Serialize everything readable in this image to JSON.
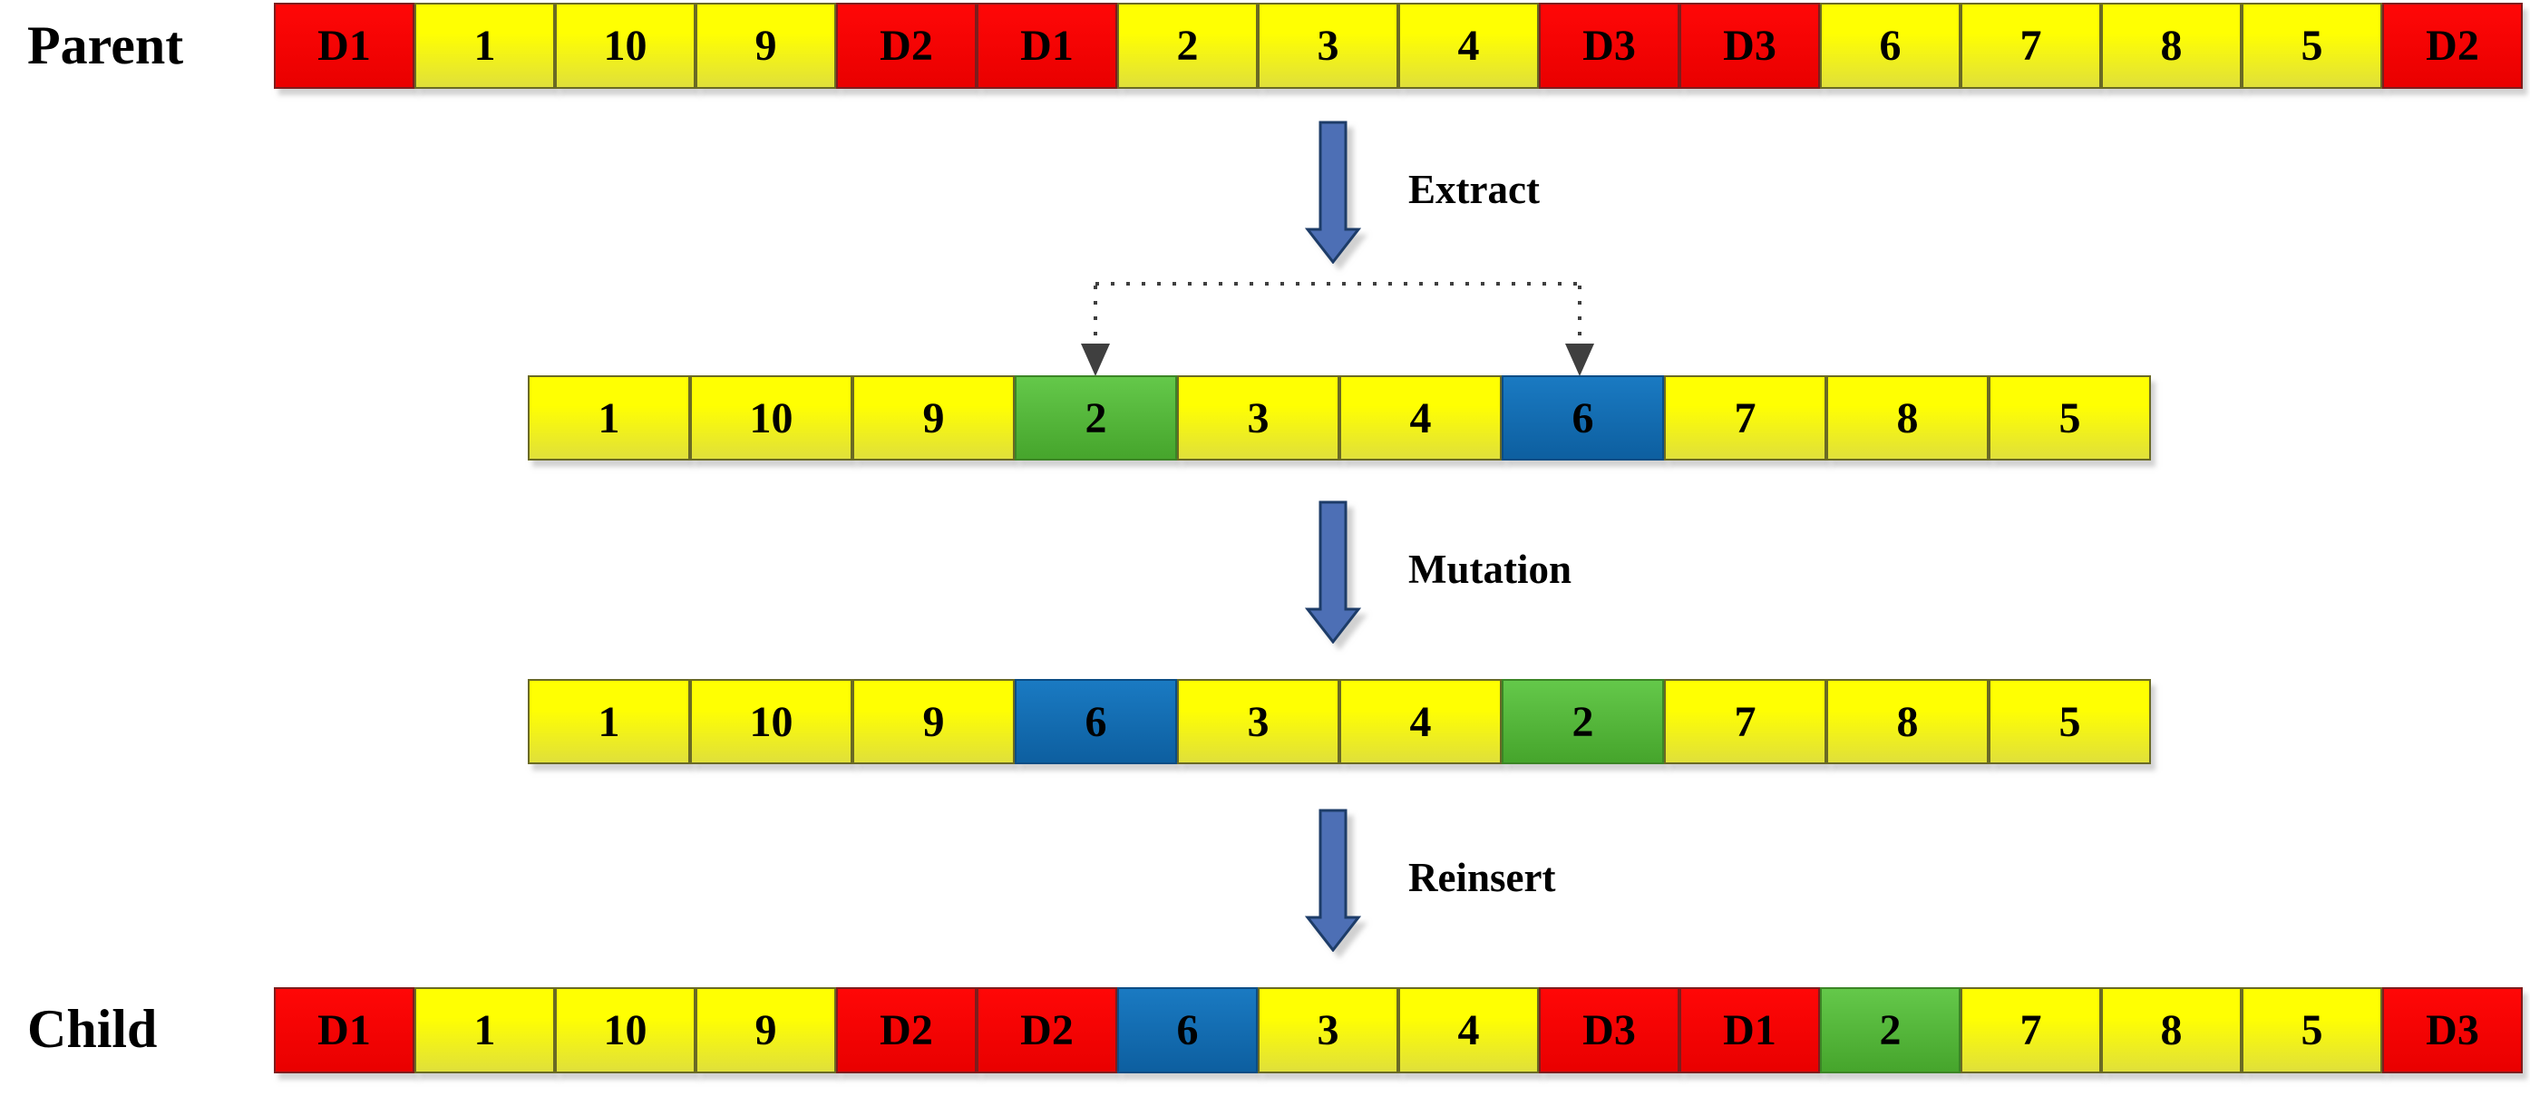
{
  "figure_title": "Genetic algorithm extract-mutation-reinsert diagram",
  "colors": {
    "background": "#ffffff",
    "text": "#000000",
    "gene_yellow": "#ffff02",
    "gene_yellow_dark": "#e0e03a",
    "gene_border": "#6a6a24",
    "depot_red": "#ff0707",
    "depot_red_dark": "#e90000",
    "depot_border": "#7e1d1d",
    "highlight_green": "#64c84a",
    "highlight_green_dark": "#46a52c",
    "green_border": "#3c8526",
    "highlight_blue": "#1a7ac2",
    "highlight_blue_dark": "#0d5fa0",
    "blue_border": "#0b4d85",
    "arrow_fill": "#4d6fb5",
    "arrow_border": "#1d3c68",
    "connector": "#3f3f3f"
  },
  "steps": [
    {
      "label": "Extract"
    },
    {
      "label": "Mutation"
    },
    {
      "label": "Reinsert"
    }
  ],
  "rows": {
    "parent": {
      "label": "Parent",
      "cells": [
        {
          "value": "D1",
          "type": "depot"
        },
        {
          "value": "1",
          "type": "gene"
        },
        {
          "value": "10",
          "type": "gene"
        },
        {
          "value": "9",
          "type": "gene"
        },
        {
          "value": "D2",
          "type": "depot"
        },
        {
          "value": "D1",
          "type": "depot"
        },
        {
          "value": "2",
          "type": "gene"
        },
        {
          "value": "3",
          "type": "gene"
        },
        {
          "value": "4",
          "type": "gene"
        },
        {
          "value": "D3",
          "type": "depot"
        },
        {
          "value": "D3",
          "type": "depot"
        },
        {
          "value": "6",
          "type": "gene"
        },
        {
          "value": "7",
          "type": "gene"
        },
        {
          "value": "8",
          "type": "gene"
        },
        {
          "value": "5",
          "type": "gene"
        },
        {
          "value": "D2",
          "type": "depot"
        }
      ]
    },
    "extracted": {
      "label": "",
      "cells": [
        {
          "value": "1",
          "type": "gene"
        },
        {
          "value": "10",
          "type": "gene"
        },
        {
          "value": "9",
          "type": "gene"
        },
        {
          "value": "2",
          "type": "green"
        },
        {
          "value": "3",
          "type": "gene"
        },
        {
          "value": "4",
          "type": "gene"
        },
        {
          "value": "6",
          "type": "blue"
        },
        {
          "value": "7",
          "type": "gene"
        },
        {
          "value": "8",
          "type": "gene"
        },
        {
          "value": "5",
          "type": "gene"
        }
      ]
    },
    "mutated": {
      "label": "",
      "cells": [
        {
          "value": "1",
          "type": "gene"
        },
        {
          "value": "10",
          "type": "gene"
        },
        {
          "value": "9",
          "type": "gene"
        },
        {
          "value": "6",
          "type": "blue"
        },
        {
          "value": "3",
          "type": "gene"
        },
        {
          "value": "4",
          "type": "gene"
        },
        {
          "value": "2",
          "type": "green"
        },
        {
          "value": "7",
          "type": "gene"
        },
        {
          "value": "8",
          "type": "gene"
        },
        {
          "value": "5",
          "type": "gene"
        }
      ]
    },
    "child": {
      "label": "Child",
      "cells": [
        {
          "value": "D1",
          "type": "depot"
        },
        {
          "value": "1",
          "type": "gene"
        },
        {
          "value": "10",
          "type": "gene"
        },
        {
          "value": "9",
          "type": "gene"
        },
        {
          "value": "D2",
          "type": "depot"
        },
        {
          "value": "D2",
          "type": "depot"
        },
        {
          "value": "6",
          "type": "blue"
        },
        {
          "value": "3",
          "type": "gene"
        },
        {
          "value": "4",
          "type": "gene"
        },
        {
          "value": "D3",
          "type": "depot"
        },
        {
          "value": "D1",
          "type": "depot"
        },
        {
          "value": "2",
          "type": "green"
        },
        {
          "value": "7",
          "type": "gene"
        },
        {
          "value": "8",
          "type": "gene"
        },
        {
          "value": "5",
          "type": "gene"
        },
        {
          "value": "D3",
          "type": "depot"
        }
      ]
    }
  }
}
